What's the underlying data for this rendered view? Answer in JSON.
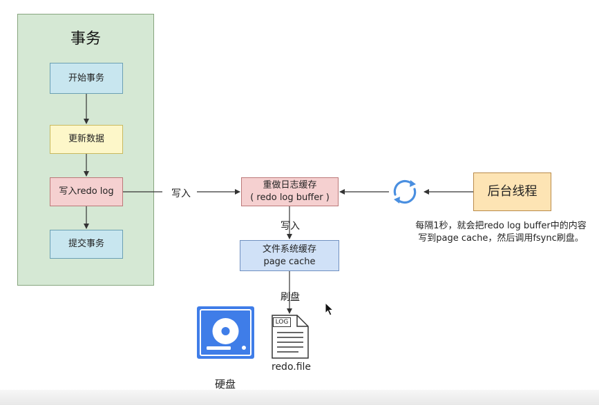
{
  "transaction": {
    "title": "事务",
    "steps": [
      "开始事务",
      "更新数据",
      "写入redo log",
      "提交事务"
    ]
  },
  "redo_buffer": {
    "line1": "重做日志缓存",
    "line2": "( redo log buffer )"
  },
  "page_cache": {
    "line1": "文件系统缓存",
    "line2": "page cache"
  },
  "background_thread": "后台线程",
  "edge_labels": {
    "write_1": "写入",
    "write_2": "写入",
    "flush": "刷盘"
  },
  "note": {
    "line1": "每隔1秒，就会把redo log buffer中的内容",
    "line2": "写到page cache，然后调用fsync刷盘。"
  },
  "disk_label": "硬盘",
  "file": {
    "tag": "LOG",
    "name": "redo.file"
  },
  "icons": [
    "refresh-icon",
    "hard-disk-icon",
    "log-file-icon",
    "mouse-cursor-icon"
  ],
  "colors": {
    "panel_green": "#d5e8d4",
    "box_blue": "#c8e6ef",
    "box_yellow": "#fdf7c9",
    "box_red": "#f5d0d0",
    "cache_blue": "#d0e1f7",
    "thread_orange": "#fde4b4",
    "disk_blue": "#3f7de8",
    "sync_blue": "#4a8fe0"
  }
}
